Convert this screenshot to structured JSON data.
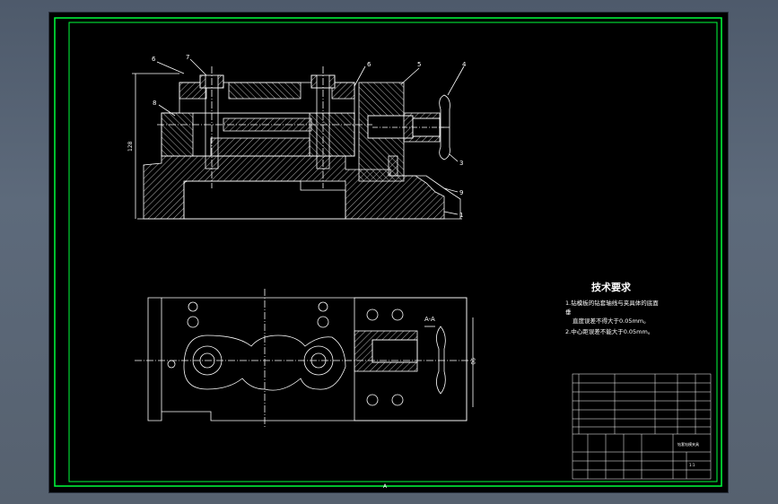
{
  "app": {
    "background_color": "#56616f",
    "sheet_color": "#000000",
    "border_color": "#00ff3c",
    "line_color": "#ffffff"
  },
  "drawing": {
    "part_labels": [
      "6",
      "7",
      "8",
      "6",
      "5",
      "4",
      "3",
      "9",
      "1"
    ],
    "dim_vertical_main": "128",
    "dim_vertical_top": "90",
    "section_label": "A-A",
    "section_mark": "A"
  },
  "notes": {
    "title": "技术要求",
    "lines": [
      "1.钻模板的钻套轴线与夹具体的底面",
      "垂",
      "直度误差不得大于0.05mm。",
      "2.中心距误差不能大于0.05mm。"
    ]
  },
  "title_block": {
    "drawing_name": "钻套钻模夹具",
    "scale": "1:1"
  }
}
